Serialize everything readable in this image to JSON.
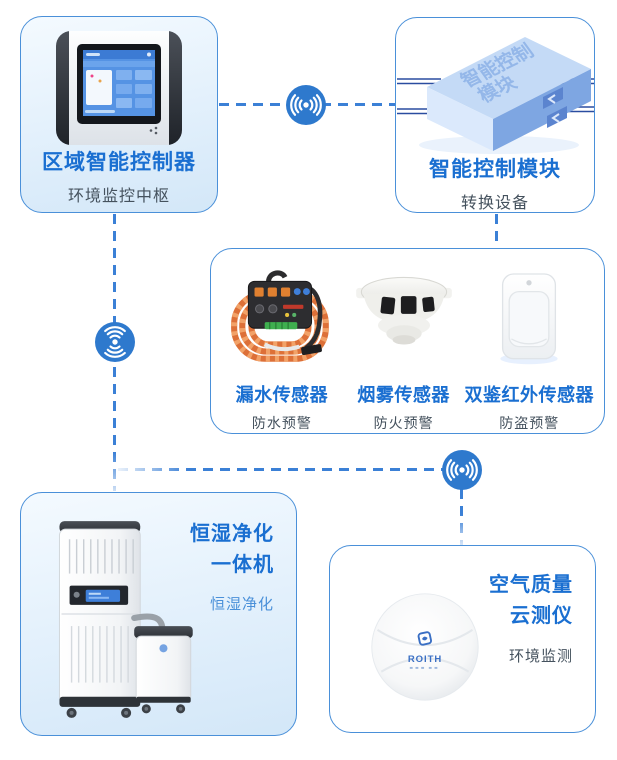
{
  "palette": {
    "title_blue": "#1a6fd1",
    "subtitle_dark": "#45525e",
    "subtitle_blue": "#4a90d9",
    "card_border": "#4a90d9",
    "dash_line_blue": "#3b80d6",
    "wifi_circle_blue": "#2e79cd",
    "tint_card_background": "#e4f1fc"
  },
  "cards": {
    "controller": {
      "title": "区域智能控制器",
      "subtitle": "环境监控中枢",
      "device": "touchscreen-controller"
    },
    "module": {
      "title": "智能控制模块",
      "subtitle": "转换设备",
      "device_top_label_line1": "智能控制",
      "device_top_label_line2": "模块"
    },
    "sensors": {
      "items": [
        {
          "title": "漏水传感器",
          "subtitle": "防水预警",
          "device": "water-leak-sensor"
        },
        {
          "title": "烟雾传感器",
          "subtitle": "防火预警",
          "device": "smoke-sensor"
        },
        {
          "title": "双鉴红外传感器",
          "subtitle": "防盗预警",
          "device": "dual-infrared-sensor"
        }
      ]
    },
    "purifier": {
      "title_line1": "恒湿净化",
      "title_line2": "一体机",
      "subtitle": "恒湿净化",
      "device": "humidity-purifier-unit"
    },
    "air_quality": {
      "title_line1": "空气质量",
      "title_line2": "云测仪",
      "subtitle": "环境监测",
      "device_logo": "ROITH"
    }
  },
  "connections": {
    "icon": "wireless-signal-icon",
    "count": 3
  }
}
